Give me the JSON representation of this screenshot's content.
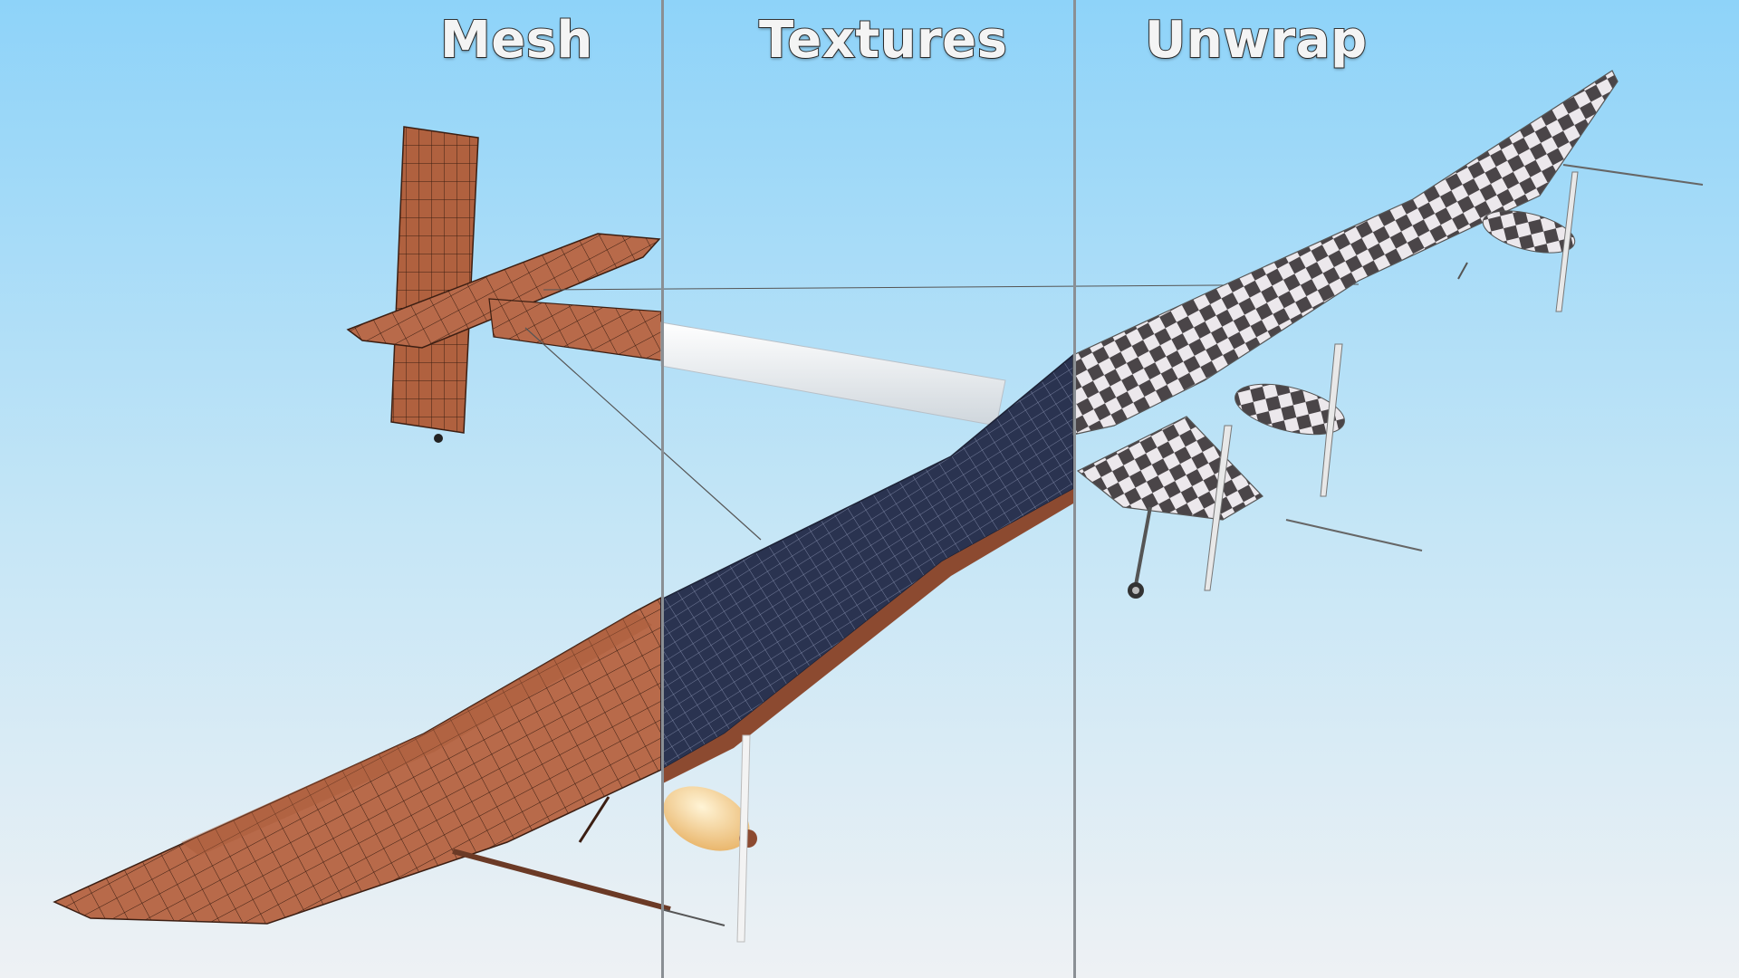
{
  "panels": {
    "mesh_label": "Mesh",
    "textures_label": "Textures",
    "unwrap_label": "Unwrap"
  },
  "colors": {
    "sky_top": "#8ed3f9",
    "sky_bottom": "#eef1f4",
    "mesh_surface": "#b86a4a",
    "mesh_wire": "#3b1e12",
    "solar_panel": "#2a3350",
    "checker_dark": "#4a4548",
    "checker_light": "#ece8ec",
    "divider": "#8a8f94"
  },
  "scene_description_icons": [
    "solar-airplane-render",
    "propeller-icon",
    "landing-gear-icon"
  ]
}
